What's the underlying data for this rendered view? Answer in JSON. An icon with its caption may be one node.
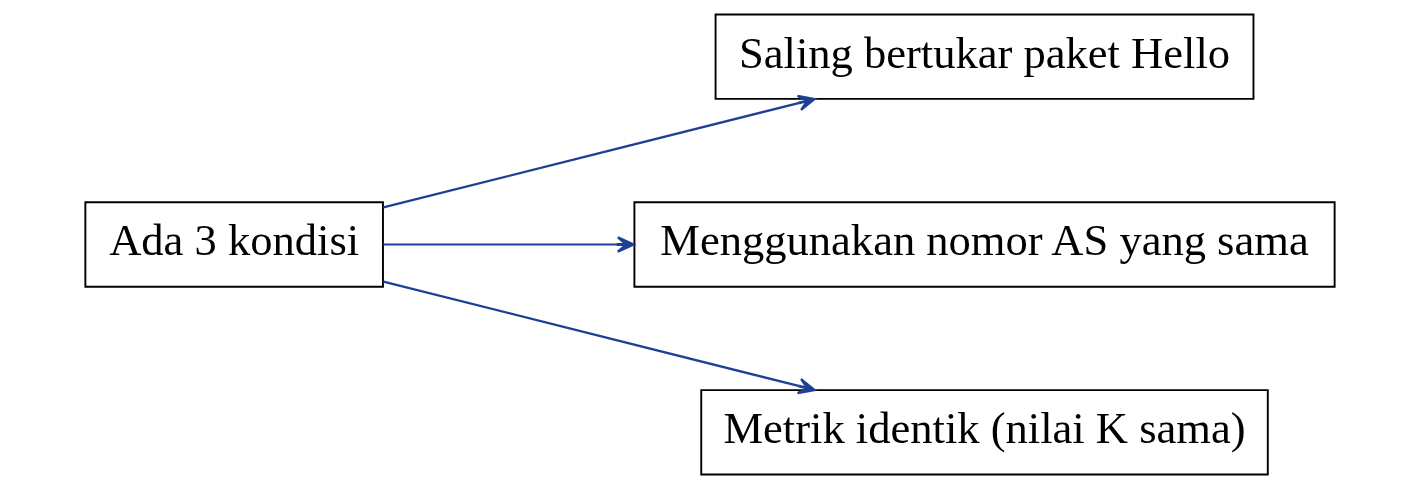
{
  "diagram": {
    "nodes": [
      {
        "text": [
          "Ada 3 kondisi"
        ]
      },
      {
        "text": [
          "Saling bertukar paket Hello"
        ]
      },
      {
        "text": [
          "Menggunakan nomor AS yang sama"
        ]
      },
      {
        "text": [
          "Metrik identik (nilai K sama)"
        ]
      }
    ],
    "edges": [
      {
        "from": 0,
        "to": 1,
        "arrow": "to"
      },
      {
        "from": 0,
        "to": 2,
        "arrow": "to"
      },
      {
        "from": 0,
        "to": 3,
        "arrow": "to"
      }
    ]
  }
}
